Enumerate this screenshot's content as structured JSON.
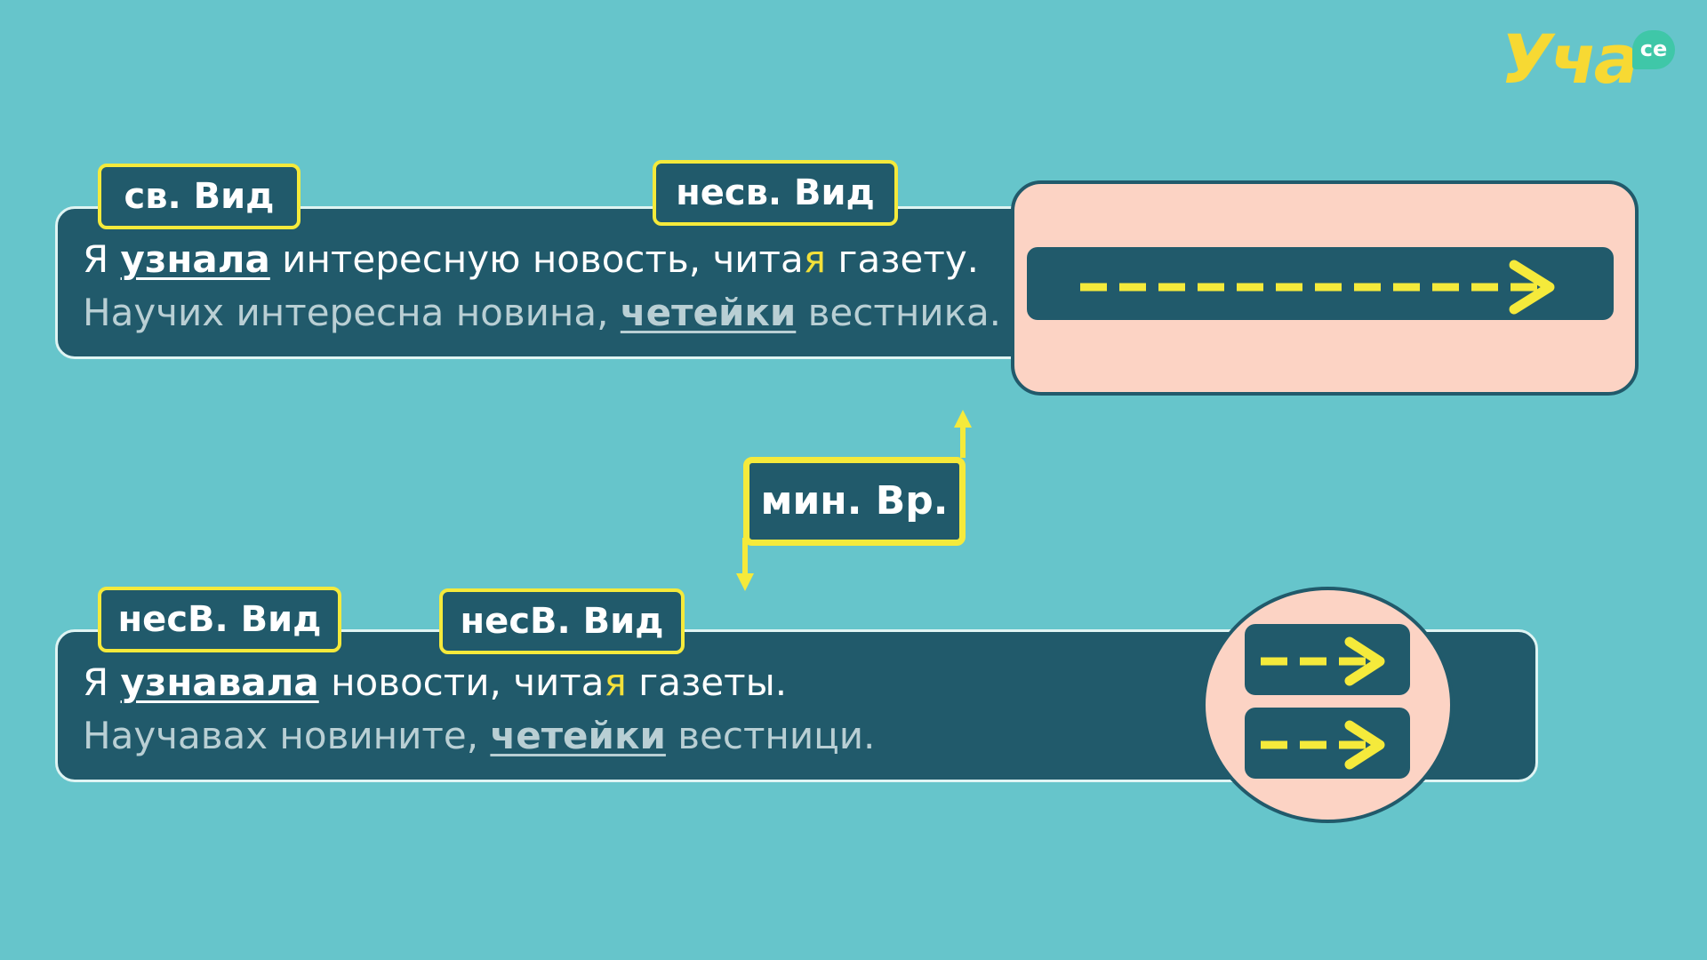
{
  "logo": {
    "text": "Уча",
    "badge": "се"
  },
  "top": {
    "tag_left": "св. Вид",
    "tag_right": "несв. Вид",
    "ru": {
      "pre": "Я ",
      "verb": "узнала",
      "mid": " интересную новость, чита",
      "hl": "я",
      "post": " газету."
    },
    "bg": {
      "pre": "Научих интересна новина, ",
      "verb": "четейки",
      "post": " вестника."
    }
  },
  "middle": {
    "tag": "мин. Вр."
  },
  "bottom": {
    "tag_left": "несВ. Вид",
    "tag_right": "несВ. Вид",
    "ru": {
      "pre": "Я ",
      "verb": "узнавала",
      "mid": " новости, чита",
      "hl": "я",
      "post": " газеты."
    },
    "bg": {
      "pre": "Научавах новините, ",
      "verb": "четейки",
      "post": " вестници."
    }
  },
  "colors": {
    "background": "#66c5cb",
    "panel": "#215a6b",
    "accent_yellow": "#f5ea3b",
    "peach": "#fcd3c4"
  }
}
